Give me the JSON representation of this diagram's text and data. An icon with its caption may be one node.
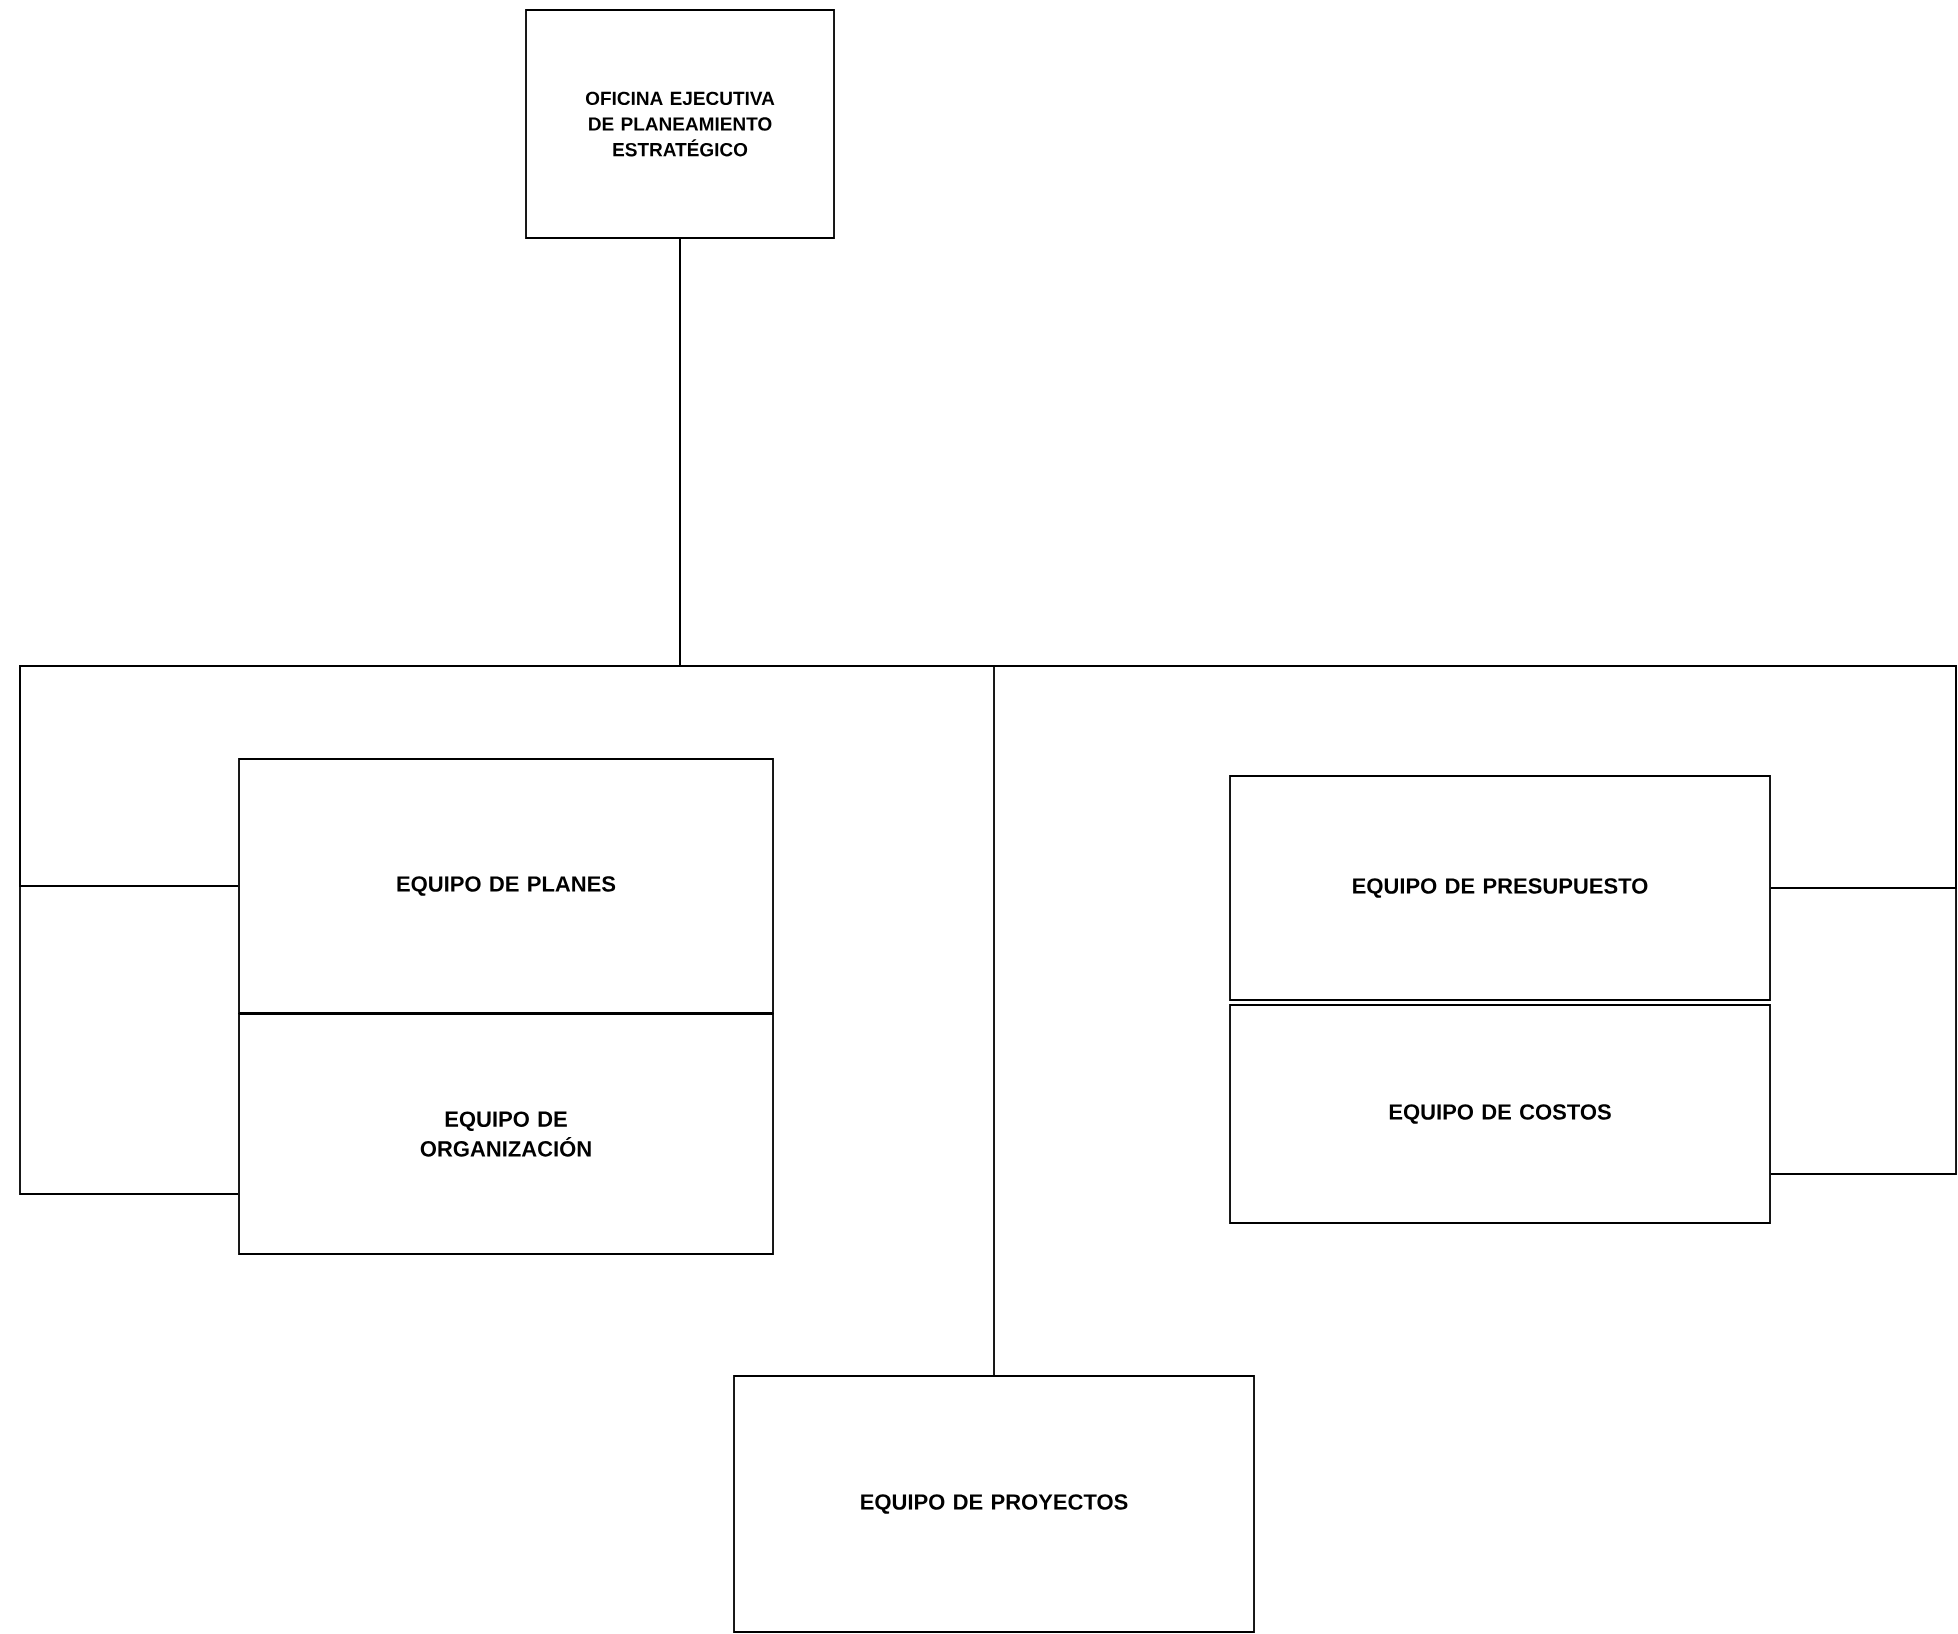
{
  "diagram": {
    "nodes": [
      {
        "text": [
          "OFICINA EJECUTIVA DE PLANEAMIENTO ESTRATÉGICO"
        ]
      },
      {
        "text": [
          "EQUIPO DE PLANES"
        ]
      },
      {
        "text": [
          "EQUIPO DE ORGANIZACIÓN"
        ]
      },
      {
        "text": [
          "EQUIPO DE PRESUPUESTO"
        ]
      },
      {
        "text": [
          "EQUIPO DE COSTOS"
        ]
      },
      {
        "text": [
          "EQUIPO DE PROYECTOS"
        ]
      }
    ],
    "edges": [
      {
        "from": 0,
        "to": 1,
        "arrow": "none"
      },
      {
        "from": 0,
        "to": 2,
        "arrow": "none"
      },
      {
        "from": 0,
        "to": 3,
        "arrow": "none"
      },
      {
        "from": 0,
        "to": 4,
        "arrow": "none"
      },
      {
        "from": 0,
        "to": 5,
        "arrow": "none"
      }
    ]
  }
}
